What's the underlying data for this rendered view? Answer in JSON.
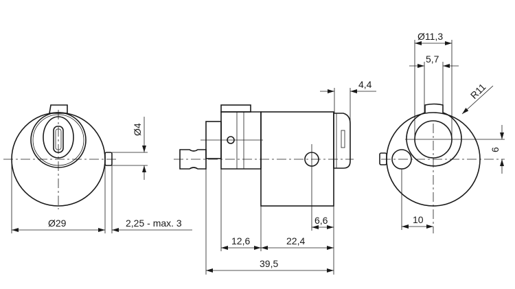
{
  "dimensions": {
    "front_diameter": "Ø29",
    "pin_diameter": "Ø4",
    "pin_protrusion": "2,25 - max. 3",
    "cap_length": "4,4",
    "hole_offset": "6,6",
    "nut_length": "12,6",
    "body_length": "22,4",
    "total_length": "39,5",
    "bore_diameter": "Ø11,3",
    "keyway_width": "5,7",
    "cam_radius": "R11",
    "vertical_offset": "6",
    "horizontal_offset": "10"
  }
}
